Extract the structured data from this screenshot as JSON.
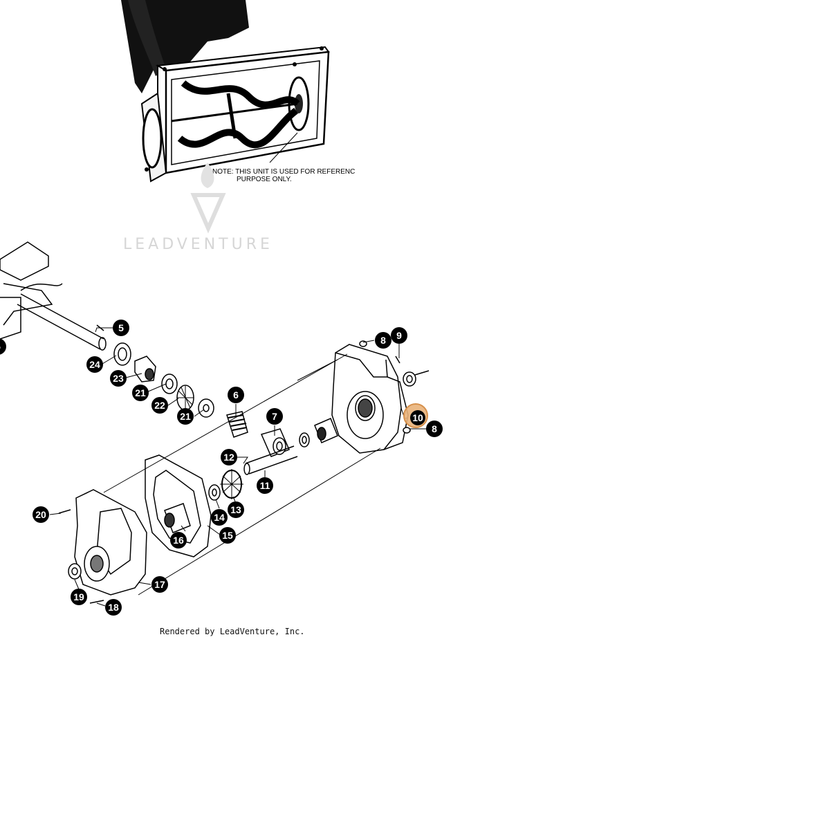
{
  "diagram": {
    "note_line1": "NOTE: THIS UNIT IS USED FOR REFERENC",
    "note_line2": "PURPOSE ONLY.",
    "watermark": "LEADVENTURE",
    "credit": "Rendered by LeadVenture, Inc.",
    "highlighted_callout": "10",
    "highlight_color": "#e9b27a",
    "callouts": [
      "5",
      "24",
      "23",
      "21",
      "22",
      "21",
      "6",
      "7",
      "8",
      "9",
      "10",
      "8",
      "12",
      "11",
      "13",
      "14",
      "15",
      "16",
      "17",
      "20",
      "19",
      "18",
      "5"
    ]
  }
}
